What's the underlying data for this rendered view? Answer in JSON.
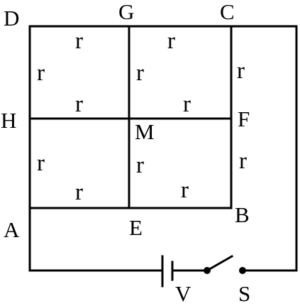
{
  "nodes": {
    "D": "D",
    "G": "G",
    "C": "C",
    "H": "H",
    "M": "M",
    "F": "F",
    "A": "A",
    "E": "E",
    "B": "B"
  },
  "resistor_symbol": "r",
  "battery_label": "V",
  "switch_label": "S",
  "colors": {
    "ink": "#000000",
    "background": "#ffffff"
  }
}
